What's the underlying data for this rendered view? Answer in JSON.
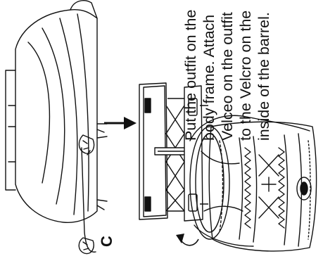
{
  "step": {
    "letter": "C"
  },
  "instruction": {
    "lines": [
      "Put the outfit on the",
      "body frame. Attach",
      "Velceo on the outfit",
      "to the Velcro on the",
      "inside of the barrel."
    ]
  },
  "icons": {
    "outfit": "outfit-robe-icon",
    "arrow": "arrow-right-icon",
    "frame": "scissor-body-frame-icon",
    "barrel": "barrel-icon",
    "rotate": "rotate-arrow-icon"
  },
  "colors": {
    "ink": "#111111",
    "background": "#ffffff"
  }
}
